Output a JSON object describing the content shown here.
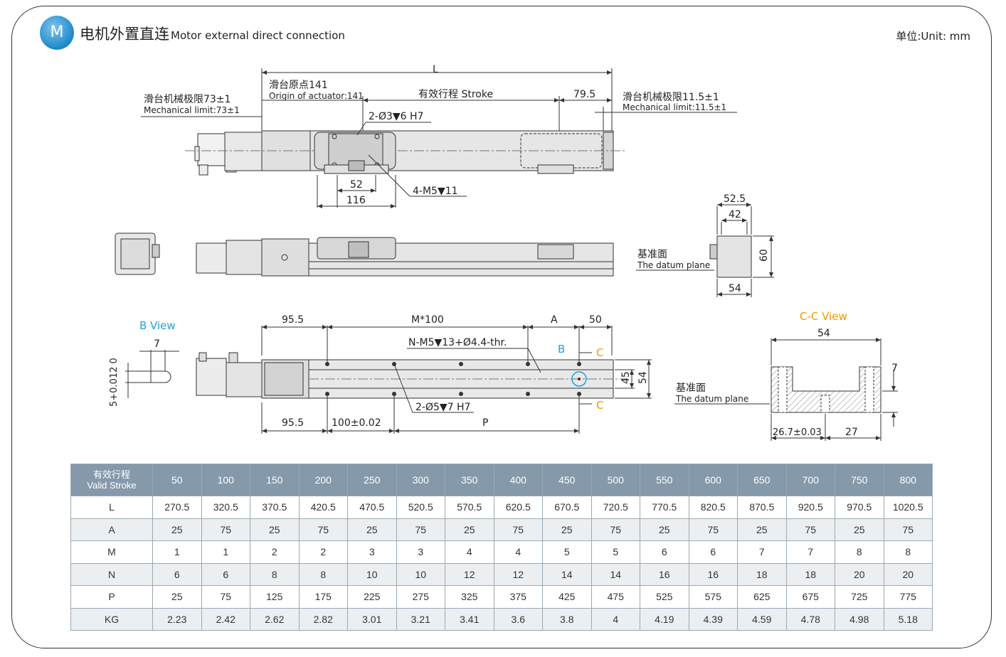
{
  "header": {
    "badge": "M",
    "title_cn": "电机外置直连",
    "title_en": "Motor external direct connection",
    "unit": "单位:Unit: mm"
  },
  "top_view": {
    "dim_L": "L",
    "origin_cn": "滑台原点141",
    "origin_en": "Origin of actuator:141",
    "stroke": "有效行程 Stroke",
    "dim_79_5": "79.5",
    "mech_left_cn": "滑台机械极限73±1",
    "mech_left_en": "Mechanical limit:73±1",
    "mech_right_cn": "滑台机械极限11.5±1",
    "mech_right_en": "Mechanical limit:11.5±1",
    "hole_2": "2-Ø3▼6 H7",
    "hole_4": "4-M5▼11",
    "dim_52": "52",
    "dim_116": "116"
  },
  "end_view": {
    "dim_52_5": "52.5",
    "dim_42": "42",
    "dim_60": "60",
    "dim_54": "54",
    "datum_cn": "基准面",
    "datum_en": "The datum plane"
  },
  "bottom_view": {
    "b_view": "B View",
    "dim_7": "7",
    "dim_tol": "5+0.012 0",
    "dim_95_5_top": "95.5",
    "dim_m100": "M*100",
    "dim_A": "A",
    "dim_50": "50",
    "thread": "N-M5▼13+Ø4.4-thr.",
    "label_B": "B",
    "label_C_top": "C",
    "label_C_bottom": "C",
    "dim_45": "45",
    "dim_54": "54",
    "hole_2": "2-Ø5▼7 H7",
    "dim_95_5_bottom": "95.5",
    "dim_100": "100±0.02",
    "dim_P": "P"
  },
  "cc_view": {
    "title": "C-C View",
    "dim_54": "54",
    "dim_7": "7",
    "datum_cn": "基准面",
    "datum_en": "The datum plane",
    "dim_26_7": "26.7±0.03",
    "dim_27": "27"
  },
  "colors": {
    "accent_blue": "#1ea0dc",
    "accent_orange": "#f39800",
    "table_header": "#8599ab"
  },
  "table": {
    "header_cn": "有效行程",
    "header_en": "Valid Stroke",
    "strokes": [
      "50",
      "100",
      "150",
      "200",
      "250",
      "300",
      "350",
      "400",
      "450",
      "500",
      "550",
      "600",
      "650",
      "700",
      "750",
      "800"
    ],
    "rows": [
      {
        "label": "L",
        "values": [
          "270.5",
          "320.5",
          "370.5",
          "420.5",
          "470.5",
          "520.5",
          "570.5",
          "620.5",
          "670.5",
          "720.5",
          "770.5",
          "820.5",
          "870.5",
          "920.5",
          "970.5",
          "1020.5"
        ]
      },
      {
        "label": "A",
        "values": [
          "25",
          "75",
          "25",
          "75",
          "25",
          "75",
          "25",
          "75",
          "25",
          "75",
          "25",
          "75",
          "25",
          "75",
          "25",
          "75"
        ]
      },
      {
        "label": "M",
        "values": [
          "1",
          "1",
          "2",
          "2",
          "3",
          "3",
          "4",
          "4",
          "5",
          "5",
          "6",
          "6",
          "7",
          "7",
          "8",
          "8"
        ]
      },
      {
        "label": "N",
        "values": [
          "6",
          "6",
          "8",
          "8",
          "10",
          "10",
          "12",
          "12",
          "14",
          "14",
          "16",
          "16",
          "18",
          "18",
          "20",
          "20"
        ]
      },
      {
        "label": "P",
        "values": [
          "25",
          "75",
          "125",
          "175",
          "225",
          "275",
          "325",
          "375",
          "425",
          "475",
          "525",
          "575",
          "625",
          "675",
          "725",
          "775"
        ]
      },
      {
        "label": "KG",
        "values": [
          "2.23",
          "2.42",
          "2.62",
          "2.82",
          "3.01",
          "3.21",
          "3.41",
          "3.6",
          "3.8",
          "4",
          "4.19",
          "4.39",
          "4.59",
          "4.78",
          "4.98",
          "5.18"
        ]
      }
    ]
  }
}
